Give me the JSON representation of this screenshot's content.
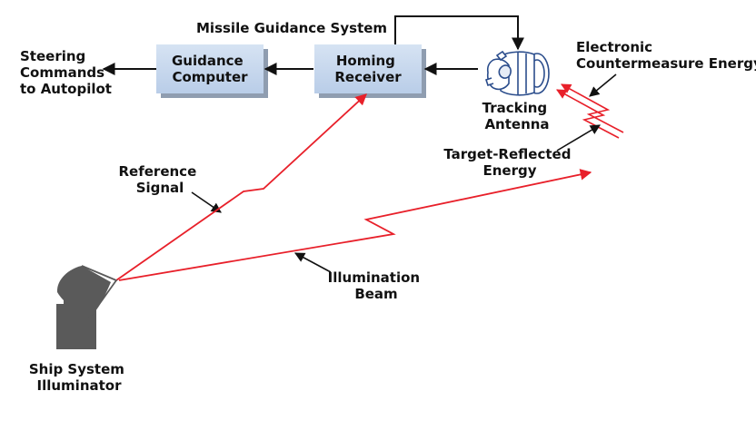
{
  "title": "Missile Guidance System",
  "steering_output": [
    "Steering",
    "Commands",
    "to Autopilot"
  ],
  "blocks": {
    "guidance_computer": [
      "Guidance",
      "Computer"
    ],
    "homing_receiver": [
      "Homing",
      "Receiver"
    ]
  },
  "tracking_antenna": [
    "Tracking",
    "Antenna"
  ],
  "countermeasure": [
    "Electronic",
    "Countermeasure Energy"
  ],
  "target_reflected": [
    "Target-Reflected",
    "Energy"
  ],
  "reference_signal": [
    "Reference",
    "Signal"
  ],
  "illumination_beam": [
    "Illumination",
    "Beam"
  ],
  "ship_illuminator": [
    "Ship System",
    "Illuminator"
  ],
  "colors": {
    "box_fill": "#c5d6ec",
    "box_shadow": "#8f9db0",
    "signal_red": "#e8202a",
    "ship_gray": "#5a5a5a",
    "arrow_black": "#111111"
  }
}
